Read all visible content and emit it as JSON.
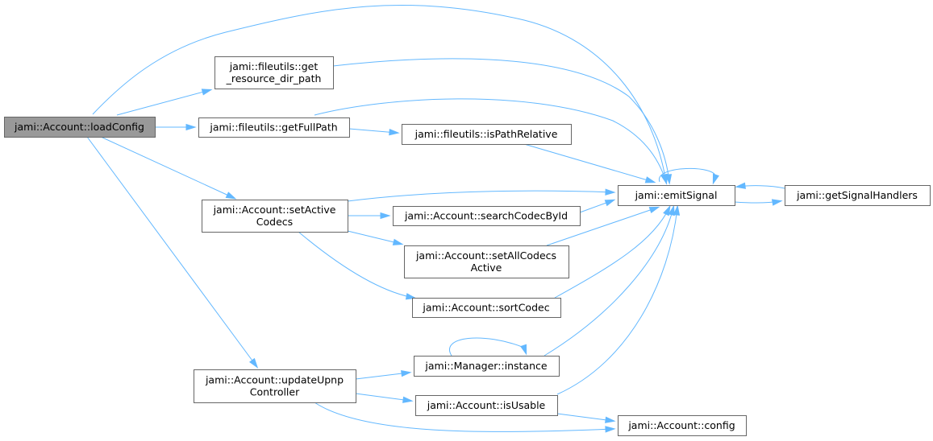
{
  "nodes": [
    {
      "id": "loadConfig",
      "lines": [
        "jami::Account::loadConfig"
      ],
      "root": true
    },
    {
      "id": "getResourceDirPath",
      "lines": [
        "jami::fileutils::get",
        "_resource_dir_path"
      ]
    },
    {
      "id": "getFullPath",
      "lines": [
        "jami::fileutils::getFullPath"
      ]
    },
    {
      "id": "isPathRelative",
      "lines": [
        "jami::fileutils::isPathRelative"
      ]
    },
    {
      "id": "setActiveCodecs",
      "lines": [
        "jami::Account::setActive",
        "Codecs"
      ]
    },
    {
      "id": "searchCodecById",
      "lines": [
        "jami::Account::searchCodecById"
      ]
    },
    {
      "id": "setAllCodecsActive",
      "lines": [
        "jami::Account::setAllCodecs",
        "Active"
      ]
    },
    {
      "id": "sortCodec",
      "lines": [
        "jami::Account::sortCodec"
      ]
    },
    {
      "id": "updateUpnpController",
      "lines": [
        "jami::Account::updateUpnp",
        "Controller"
      ]
    },
    {
      "id": "managerInstance",
      "lines": [
        "jami::Manager::instance"
      ]
    },
    {
      "id": "isUsable",
      "lines": [
        "jami::Account::isUsable"
      ]
    },
    {
      "id": "emitSignal",
      "lines": [
        "jami::emitSignal"
      ]
    },
    {
      "id": "getSignalHandlers",
      "lines": [
        "jami::getSignalHandlers"
      ]
    },
    {
      "id": "config",
      "lines": [
        "jami::Account::config"
      ]
    }
  ],
  "edges": [
    {
      "from": "loadConfig",
      "to": "emitSignal"
    },
    {
      "from": "loadConfig",
      "to": "getResourceDirPath"
    },
    {
      "from": "loadConfig",
      "to": "getFullPath"
    },
    {
      "from": "loadConfig",
      "to": "setActiveCodecs"
    },
    {
      "from": "loadConfig",
      "to": "updateUpnpController"
    },
    {
      "from": "getResourceDirPath",
      "to": "emitSignal"
    },
    {
      "from": "getFullPath",
      "to": "emitSignal"
    },
    {
      "from": "getFullPath",
      "to": "isPathRelative"
    },
    {
      "from": "isPathRelative",
      "to": "emitSignal"
    },
    {
      "from": "setActiveCodecs",
      "to": "emitSignal"
    },
    {
      "from": "setActiveCodecs",
      "to": "searchCodecById"
    },
    {
      "from": "setActiveCodecs",
      "to": "setAllCodecsActive"
    },
    {
      "from": "setActiveCodecs",
      "to": "sortCodec"
    },
    {
      "from": "searchCodecById",
      "to": "emitSignal"
    },
    {
      "from": "setAllCodecsActive",
      "to": "emitSignal"
    },
    {
      "from": "sortCodec",
      "to": "emitSignal"
    },
    {
      "from": "updateUpnpController",
      "to": "managerInstance"
    },
    {
      "from": "updateUpnpController",
      "to": "isUsable"
    },
    {
      "from": "updateUpnpController",
      "to": "config"
    },
    {
      "from": "managerInstance",
      "to": "emitSignal"
    },
    {
      "from": "managerInstance",
      "to": "managerInstance"
    },
    {
      "from": "isUsable",
      "to": "emitSignal"
    },
    {
      "from": "isUsable",
      "to": "config"
    },
    {
      "from": "emitSignal",
      "to": "emitSignal"
    },
    {
      "from": "emitSignal",
      "to": "getSignalHandlers"
    },
    {
      "from": "getSignalHandlers",
      "to": "emitSignal"
    }
  ],
  "colors": {
    "edge": "#63b8ff",
    "node_border": "#666666",
    "root_fill": "#999999",
    "node_fill": "#ffffff"
  }
}
